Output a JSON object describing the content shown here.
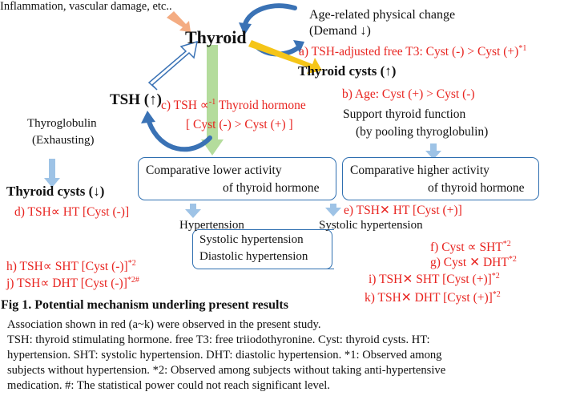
{
  "nodes": {
    "inflammation": "Inflammation, vascular damage, etc..",
    "age_change_1": "Age-related physical change",
    "age_change_2": "(Demand ↓)",
    "thyroid": "Thyroid",
    "thyroid_cysts_up": "Thyroid cysts (↑)",
    "tsh_up": "TSH (↑)",
    "thyroglobulin_1": "Thyroglobulin",
    "thyroglobulin_2": "(Exhausting)",
    "thyroid_cysts_down": "Thyroid cysts (↓)",
    "support_1": "Support thyroid function",
    "support_2": "(by pooling thyroglobulin)",
    "lower_box_1": "Comparative lower activity",
    "lower_box_2": "of thyroid hormone",
    "higher_box_1": "Comparative higher activity",
    "higher_box_2": "of thyroid hormone",
    "hypertension": "Hypertension",
    "systolic_ht": "Systolic hypertension",
    "diastolic_ht": "Diastolic hypertension",
    "systolic_ht_right": "Systolic hypertension"
  },
  "findings": {
    "a": "a) TSH-adjusted free T3: Cyst (-) > Cyst (+)",
    "a_sup": "*1",
    "b": "b) Age: Cyst (+) > Cyst (-)",
    "c_line1_pre": "c) TSH ∝",
    "c_line1_sup": "-1",
    "c_line1_post": "Thyroid hormone",
    "c_line2": "[ Cyst (-) > Cyst (+) ]",
    "d": "d) TSH∝ HT [Cyst (-)]",
    "e": "e) TSH✕ HT [Cyst (+)]",
    "f": "f) Cyst ∝ SHT",
    "f_sup": "*2",
    "g": "g) Cyst ✕ DHT",
    "g_sup": "*2",
    "h": "h) TSH∝ SHT [Cyst (-)]",
    "h_sup": "*2",
    "i": "i) TSH✕ SHT [Cyst (+)]",
    "i_sup": "*2",
    "j": "j) TSH∝ DHT [Cyst (-)]",
    "j_sup": "*2#",
    "k": "k) TSH✕ DHT [Cyst (+)]",
    "k_sup": "*2"
  },
  "caption": {
    "title": "Fig 1. Potential mechanism underling present results",
    "line1": "Association shown in red (a~k) were observed in the present study.",
    "line2": "TSH: thyroid stimulating hormone. free T3: free triiodothyronine. Cyst: thyroid cysts. HT:",
    "line3": "hypertension. SHT: systolic hypertension. DHT: diastolic hypertension. *1: Observed among",
    "line4": "subjects without hypertension. *2: Observed among subjects without taking anti-hypertensive",
    "line5": "medication. #: The statistical power could not reach significant level."
  },
  "colors": {
    "finding_text": "#e8231f",
    "box_border": "#2f6fb0",
    "curved_arrow": "#3a72b5",
    "light_blue_arrow": "#9ec3e6",
    "green_arrow": "#b4dc9c",
    "orange_arrow": "#f4ac82",
    "yellow_arrow": "#f5c518"
  }
}
